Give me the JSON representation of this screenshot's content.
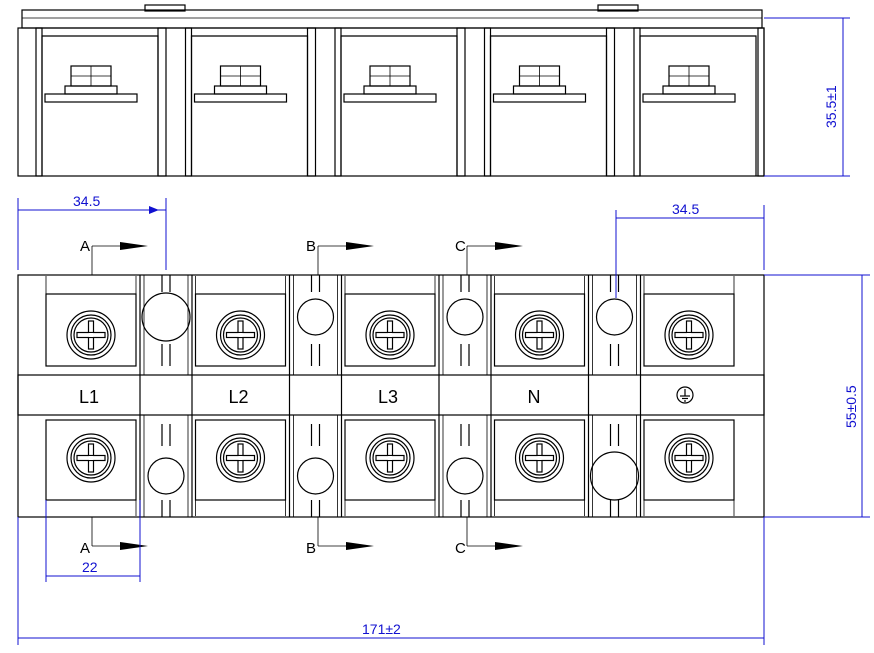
{
  "terminals": [
    "L1",
    "L2",
    "L3",
    "N",
    "⏚"
  ],
  "dimensions": {
    "top_left_pitch": "34.5",
    "top_right_pitch": "34.5",
    "height": "35.5±1",
    "depth": "55±0.5",
    "hole_width": "22",
    "total_length": "171±2"
  },
  "section_markers": {
    "top": [
      "A",
      "B",
      "C"
    ],
    "bottom": [
      "A",
      "B",
      "C"
    ]
  },
  "colors": {
    "outline": "#000000",
    "dimension": "#1010d0"
  }
}
